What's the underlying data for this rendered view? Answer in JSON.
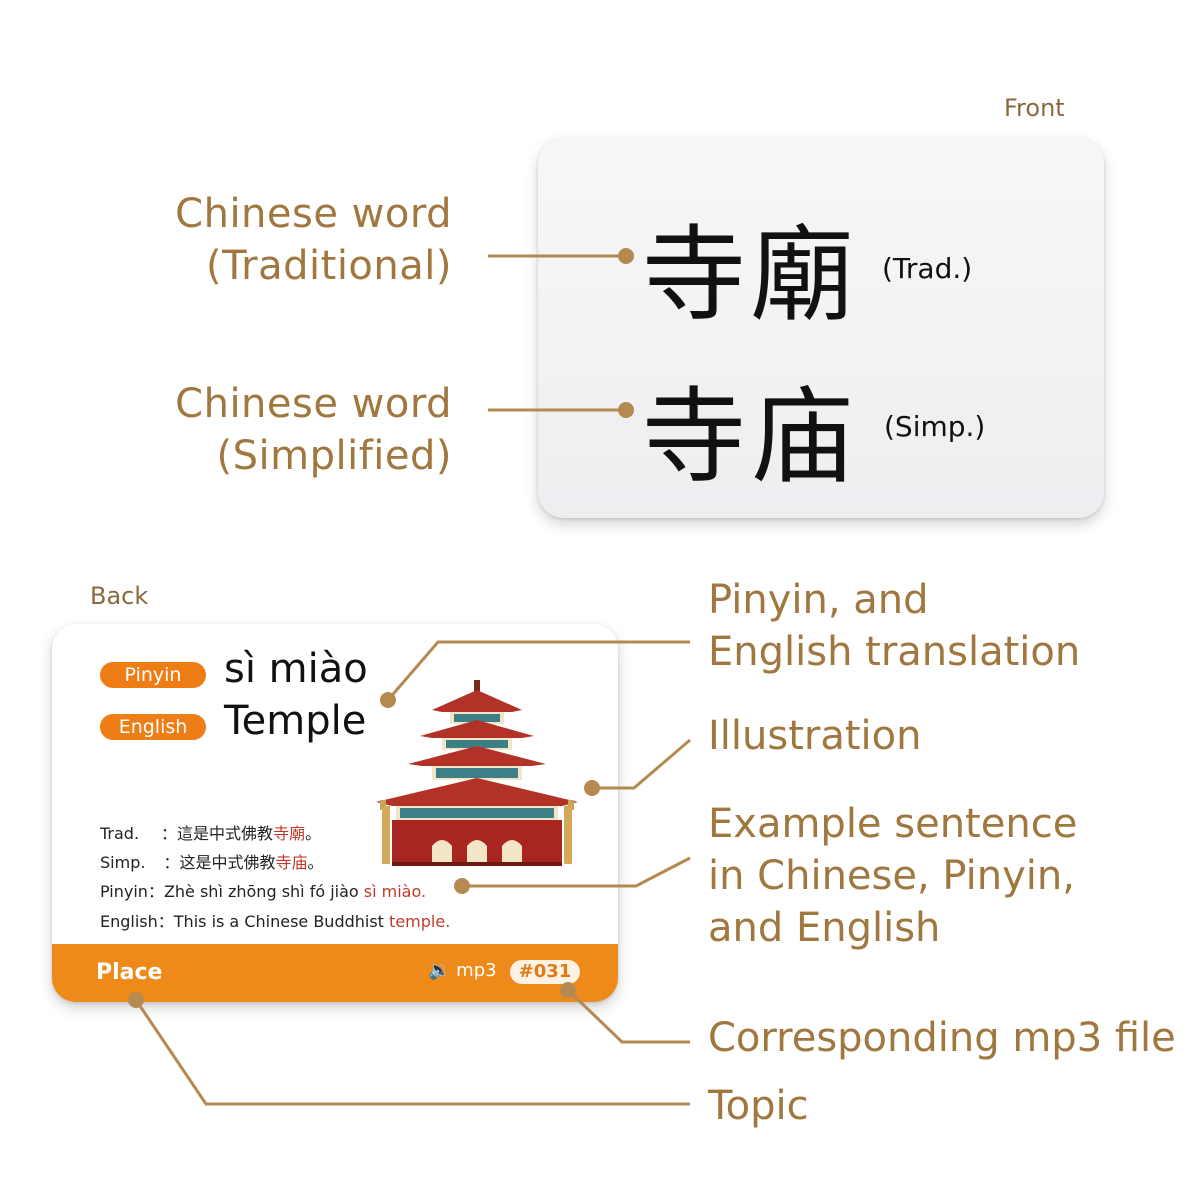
{
  "front": {
    "section_label": "Front",
    "trad_chars": "寺廟",
    "trad_tag": "(Trad.)",
    "simp_chars": "寺庙",
    "simp_tag": "(Simp.)"
  },
  "back": {
    "section_label": "Back",
    "pinyin_pill": "Pinyin",
    "pinyin_value": "sì miào",
    "english_pill": "English",
    "english_value": "Temple",
    "examples": {
      "trad_label": "Trad.",
      "trad_text": "：這是中式佛教",
      "trad_highlight": "寺廟",
      "trad_end": "。",
      "simp_label": "Simp.",
      "simp_text": "：这是中式佛教",
      "simp_highlight": "寺庙",
      "simp_end": "。",
      "pinyin_label": "Pinyin",
      "pinyin_text": "：Zhè shì zhōng shì fó jiào ",
      "pinyin_highlight": "sì miào.",
      "english_label": "English",
      "english_text": "：This is a Chinese Buddhist ",
      "english_highlight": "temple."
    },
    "topic": "Place",
    "mp3_label": "mp3",
    "card_number": "#031"
  },
  "callouts": {
    "chinese_word": "Chinese word",
    "traditional": "(Traditional)",
    "simplified": "(Simplified)",
    "pinyin_line1": "Pinyin, and",
    "pinyin_line2": "English translation",
    "illustration": "Illustration",
    "example_line1": "Example sentence",
    "example_line2": "in Chinese, Pinyin,",
    "example_line3": "and English",
    "mp3_file": "Corresponding mp3 file",
    "topic": "Topic"
  },
  "colors": {
    "label_gold": "#a0773e",
    "accent_orange": "#ee8a1a",
    "leader_line": "#b58a50",
    "highlight_red": "#c0392b"
  }
}
